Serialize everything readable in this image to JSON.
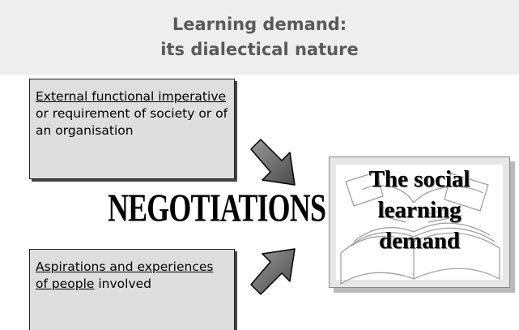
{
  "title": {
    "line1": "Learning demand:",
    "line2": "its dialectical nature"
  },
  "top_box": {
    "part1": "External functional imperative",
    "part2": " or requirement of society or of an organisation"
  },
  "bottom_box": {
    "part1": "Aspirations and experiences of people",
    "part2": " involved"
  },
  "center_label": "NEGOTIATIONS",
  "result": {
    "line1": "The social",
    "line2": "learning",
    "line3": "demand"
  }
}
